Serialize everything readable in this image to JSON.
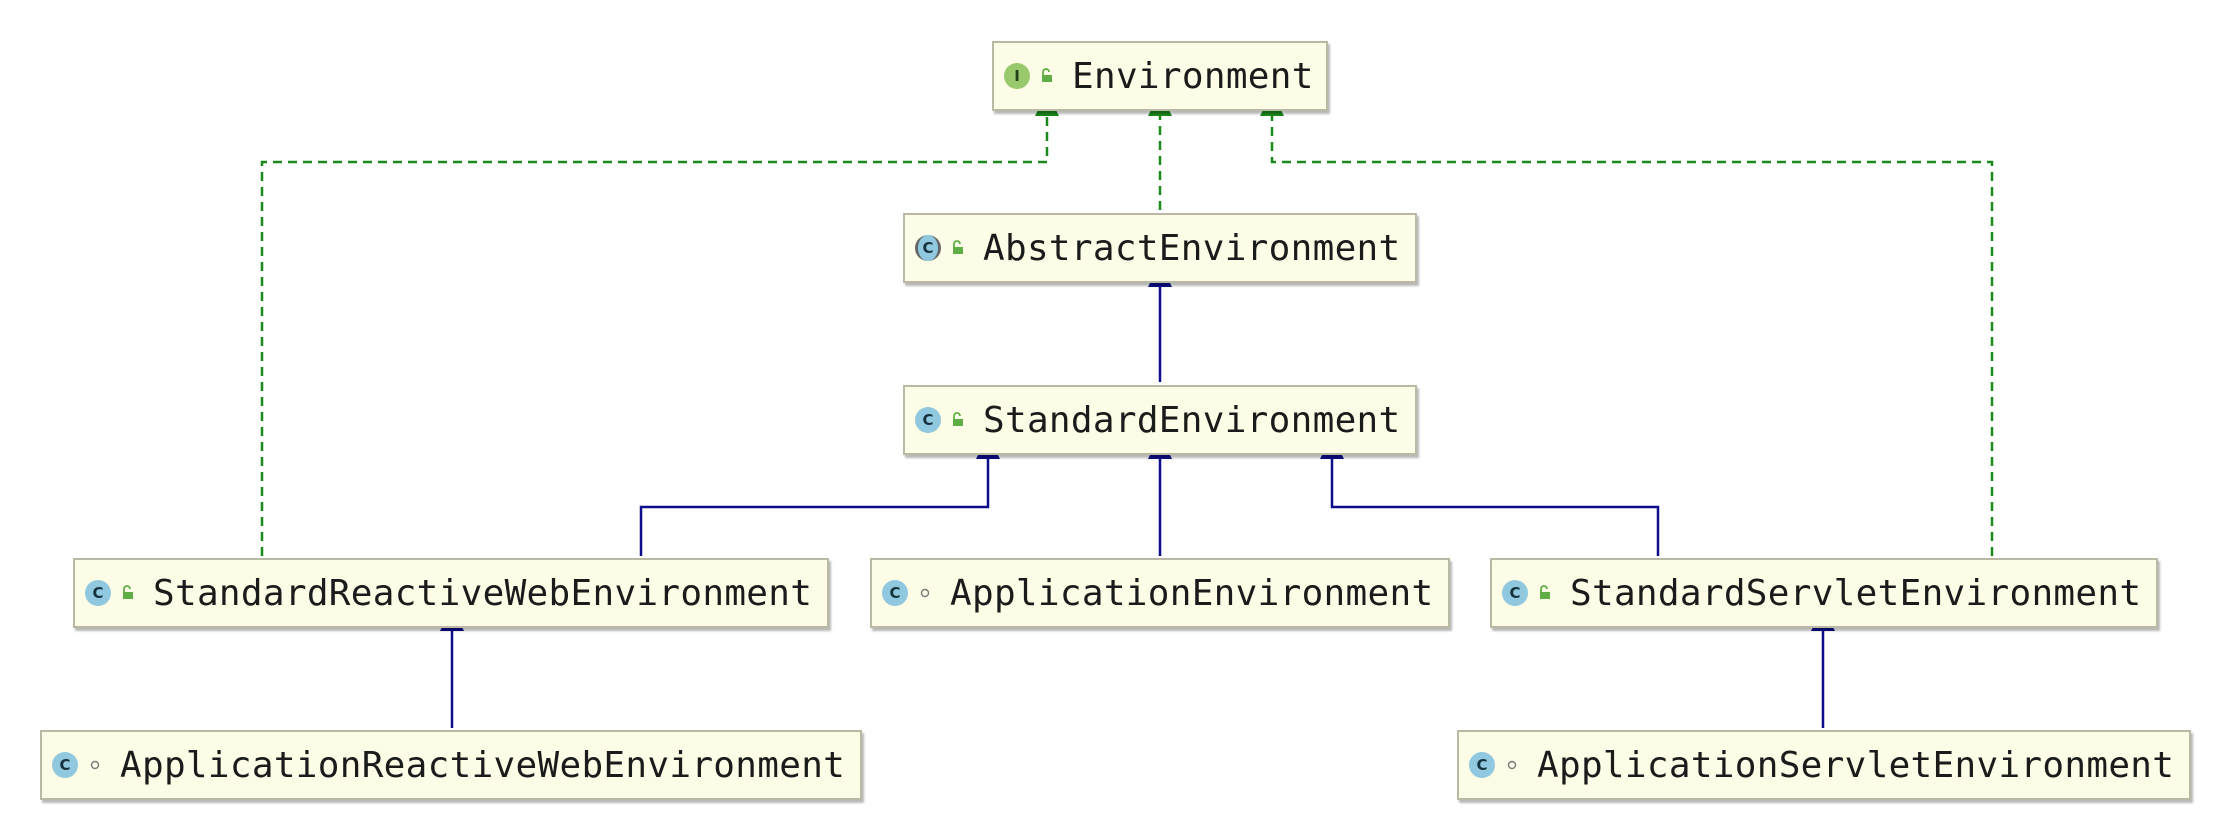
{
  "nodes": {
    "environment": {
      "label": "Environment",
      "kind": "interface",
      "kind_glyph": "I",
      "visibility": "public"
    },
    "abstract_environment": {
      "label": "AbstractEnvironment",
      "kind": "abstract",
      "kind_glyph": "C",
      "visibility": "public"
    },
    "standard_environment": {
      "label": "StandardEnvironment",
      "kind": "class",
      "kind_glyph": "C",
      "visibility": "public"
    },
    "standard_reactive_web_environment": {
      "label": "StandardReactiveWebEnvironment",
      "kind": "class",
      "kind_glyph": "C",
      "visibility": "public"
    },
    "application_environment": {
      "label": "ApplicationEnvironment",
      "kind": "class",
      "kind_glyph": "C",
      "visibility": "package"
    },
    "standard_servlet_environment": {
      "label": "StandardServletEnvironment",
      "kind": "class",
      "kind_glyph": "C",
      "visibility": "public"
    },
    "application_reactive_web_environment": {
      "label": "ApplicationReactiveWebEnvironment",
      "kind": "class",
      "kind_glyph": "C",
      "visibility": "package"
    },
    "application_servlet_environment": {
      "label": "ApplicationServletEnvironment",
      "kind": "class",
      "kind_glyph": "C",
      "visibility": "package"
    }
  },
  "edges": [
    {
      "from": "abstract_environment",
      "to": "environment",
      "relation": "implements"
    },
    {
      "from": "standard_reactive_web_environment",
      "to": "environment",
      "relation": "implements"
    },
    {
      "from": "standard_servlet_environment",
      "to": "environment",
      "relation": "implements"
    },
    {
      "from": "standard_environment",
      "to": "abstract_environment",
      "relation": "extends"
    },
    {
      "from": "standard_reactive_web_environment",
      "to": "standard_environment",
      "relation": "extends"
    },
    {
      "from": "application_environment",
      "to": "standard_environment",
      "relation": "extends"
    },
    {
      "from": "standard_servlet_environment",
      "to": "standard_environment",
      "relation": "extends"
    },
    {
      "from": "application_reactive_web_environment",
      "to": "standard_reactive_web_environment",
      "relation": "extends"
    },
    {
      "from": "application_servlet_environment",
      "to": "standard_servlet_environment",
      "relation": "extends"
    }
  ],
  "colors": {
    "implements_line": "#1a8a1a",
    "extends_line": "#0d0d8c",
    "node_fill": "#fdfde7",
    "node_border": "#b9b9a4"
  }
}
